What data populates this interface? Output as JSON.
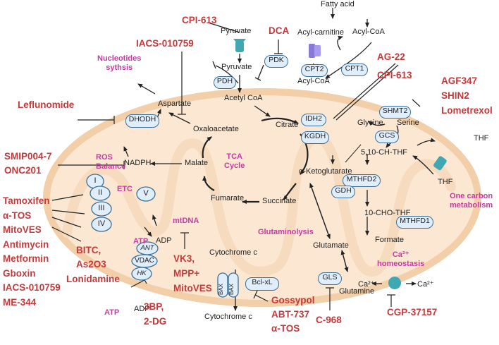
{
  "metabolites": {
    "fatty_acid": "Fatty acid",
    "pyruvate_top": "Pyruvate",
    "pyruvate_mid": "Pyruvate",
    "acyl_carnitine": "Acyl-carnitine",
    "acyl_coa_top": "Acyl-CoA",
    "acyl_coa_mid": "Acyl-CoA",
    "acetyl_coa": "Acetyl CoA",
    "aspartate": "Aspartate",
    "oxaloacetate": "Oxaloacetate",
    "citrate": "Citrate",
    "malate": "Malate",
    "nadph": "NADPH",
    "fumarate": "Fumarate",
    "succinate": "Succinate",
    "alpha_kg": "α-Ketoglutarate",
    "glycine": "Glycine",
    "serine": "Serine",
    "ch_thf": "5,10-CH-THF",
    "thf_inside": "THF",
    "thf_outside": "THF",
    "cho_thf": "10-CHO-THF",
    "formate": "Formate",
    "glutamate": "Glutamate",
    "glutamine": "Glutamine",
    "cyt_c_top": "Cytochrome c",
    "cyt_c_bottom": "Cytochrome c",
    "adp_top": "ADP",
    "adp_bottom": "ADP"
  },
  "enzymes": {
    "pdk": "PDK",
    "pdh": "PDH",
    "cpt2": "CPT2",
    "cpt1": "CPT1",
    "dhodh": "DHODH",
    "idh2": "IDH2",
    "kgdh": "KGDH",
    "shmt2": "SHMT2",
    "gcs": "GCS",
    "mthfd2": "MTHFD2",
    "mthfd1": "MTHFD1",
    "gdh": "GDH",
    "gls": "GLS",
    "bcl_xl": "Bcl-xL",
    "bax1": "BAX",
    "bax2": "BAX",
    "etc_1": "I",
    "etc_2": "II",
    "etc_3": "III",
    "etc_4": "IV",
    "etc_5": "V",
    "ant": "ANT",
    "vdac": "VDAC",
    "hk": "HK"
  },
  "process_labels": {
    "nucleotides": "Nucleotides\nsythsis",
    "ros": "ROS\nBalance",
    "tca": "TCA\nCycle",
    "etc": "ETC",
    "atp_mid": "ATP",
    "atp_bottom": "ATP",
    "mtdna": "mtDNA",
    "glutaminolysis": "Glutaminolysis",
    "one_carbon": "One carbon\nmetabolism",
    "ca_homeostasis": "Ca²⁺\nhomeostasis",
    "ca_left": "Ca²⁺",
    "ca_right": "Ca²⁺"
  },
  "drugs": {
    "cpi613_top": "CPI-613",
    "dca": "DCA",
    "iacs_top": "IACS-010759",
    "ag22": "AG-22",
    "cpi613_right": "CPI-613",
    "agf347_group": "AGF347\nSHIN2\nLometrexol",
    "leflunomide": "Leflunomide",
    "smip_group": "SMIP004-7\nONC201",
    "etc_inhibitors": "Tamoxifen\nα-TOS\nMitoVES\nAntimycin\nMetformin\nGboxin\nIACS-010759\nME-344",
    "bitc_group": "BITC,\nAs2O3",
    "lonidamine": "Lonidamine",
    "bp_group": "3BP,\n2-DG",
    "vk3_group": "VK3,\nMPP+\nMitoVES",
    "gossypol_group": "Gossypol\nABT-737\nα-TOS",
    "c968": "C-968",
    "cgp": "CGP-37157"
  },
  "colors": {
    "drug_red": "#c6393b",
    "process_pink": "#c43ba3",
    "enzyme_fill": "#dfeefa",
    "enzyme_border": "#3a6f9c",
    "mito_fill": "#fbe7d2",
    "mito_border": "#f2cfa9",
    "channel_teal": "#3fa8b2",
    "channel_purple": "#8a7ad8"
  }
}
